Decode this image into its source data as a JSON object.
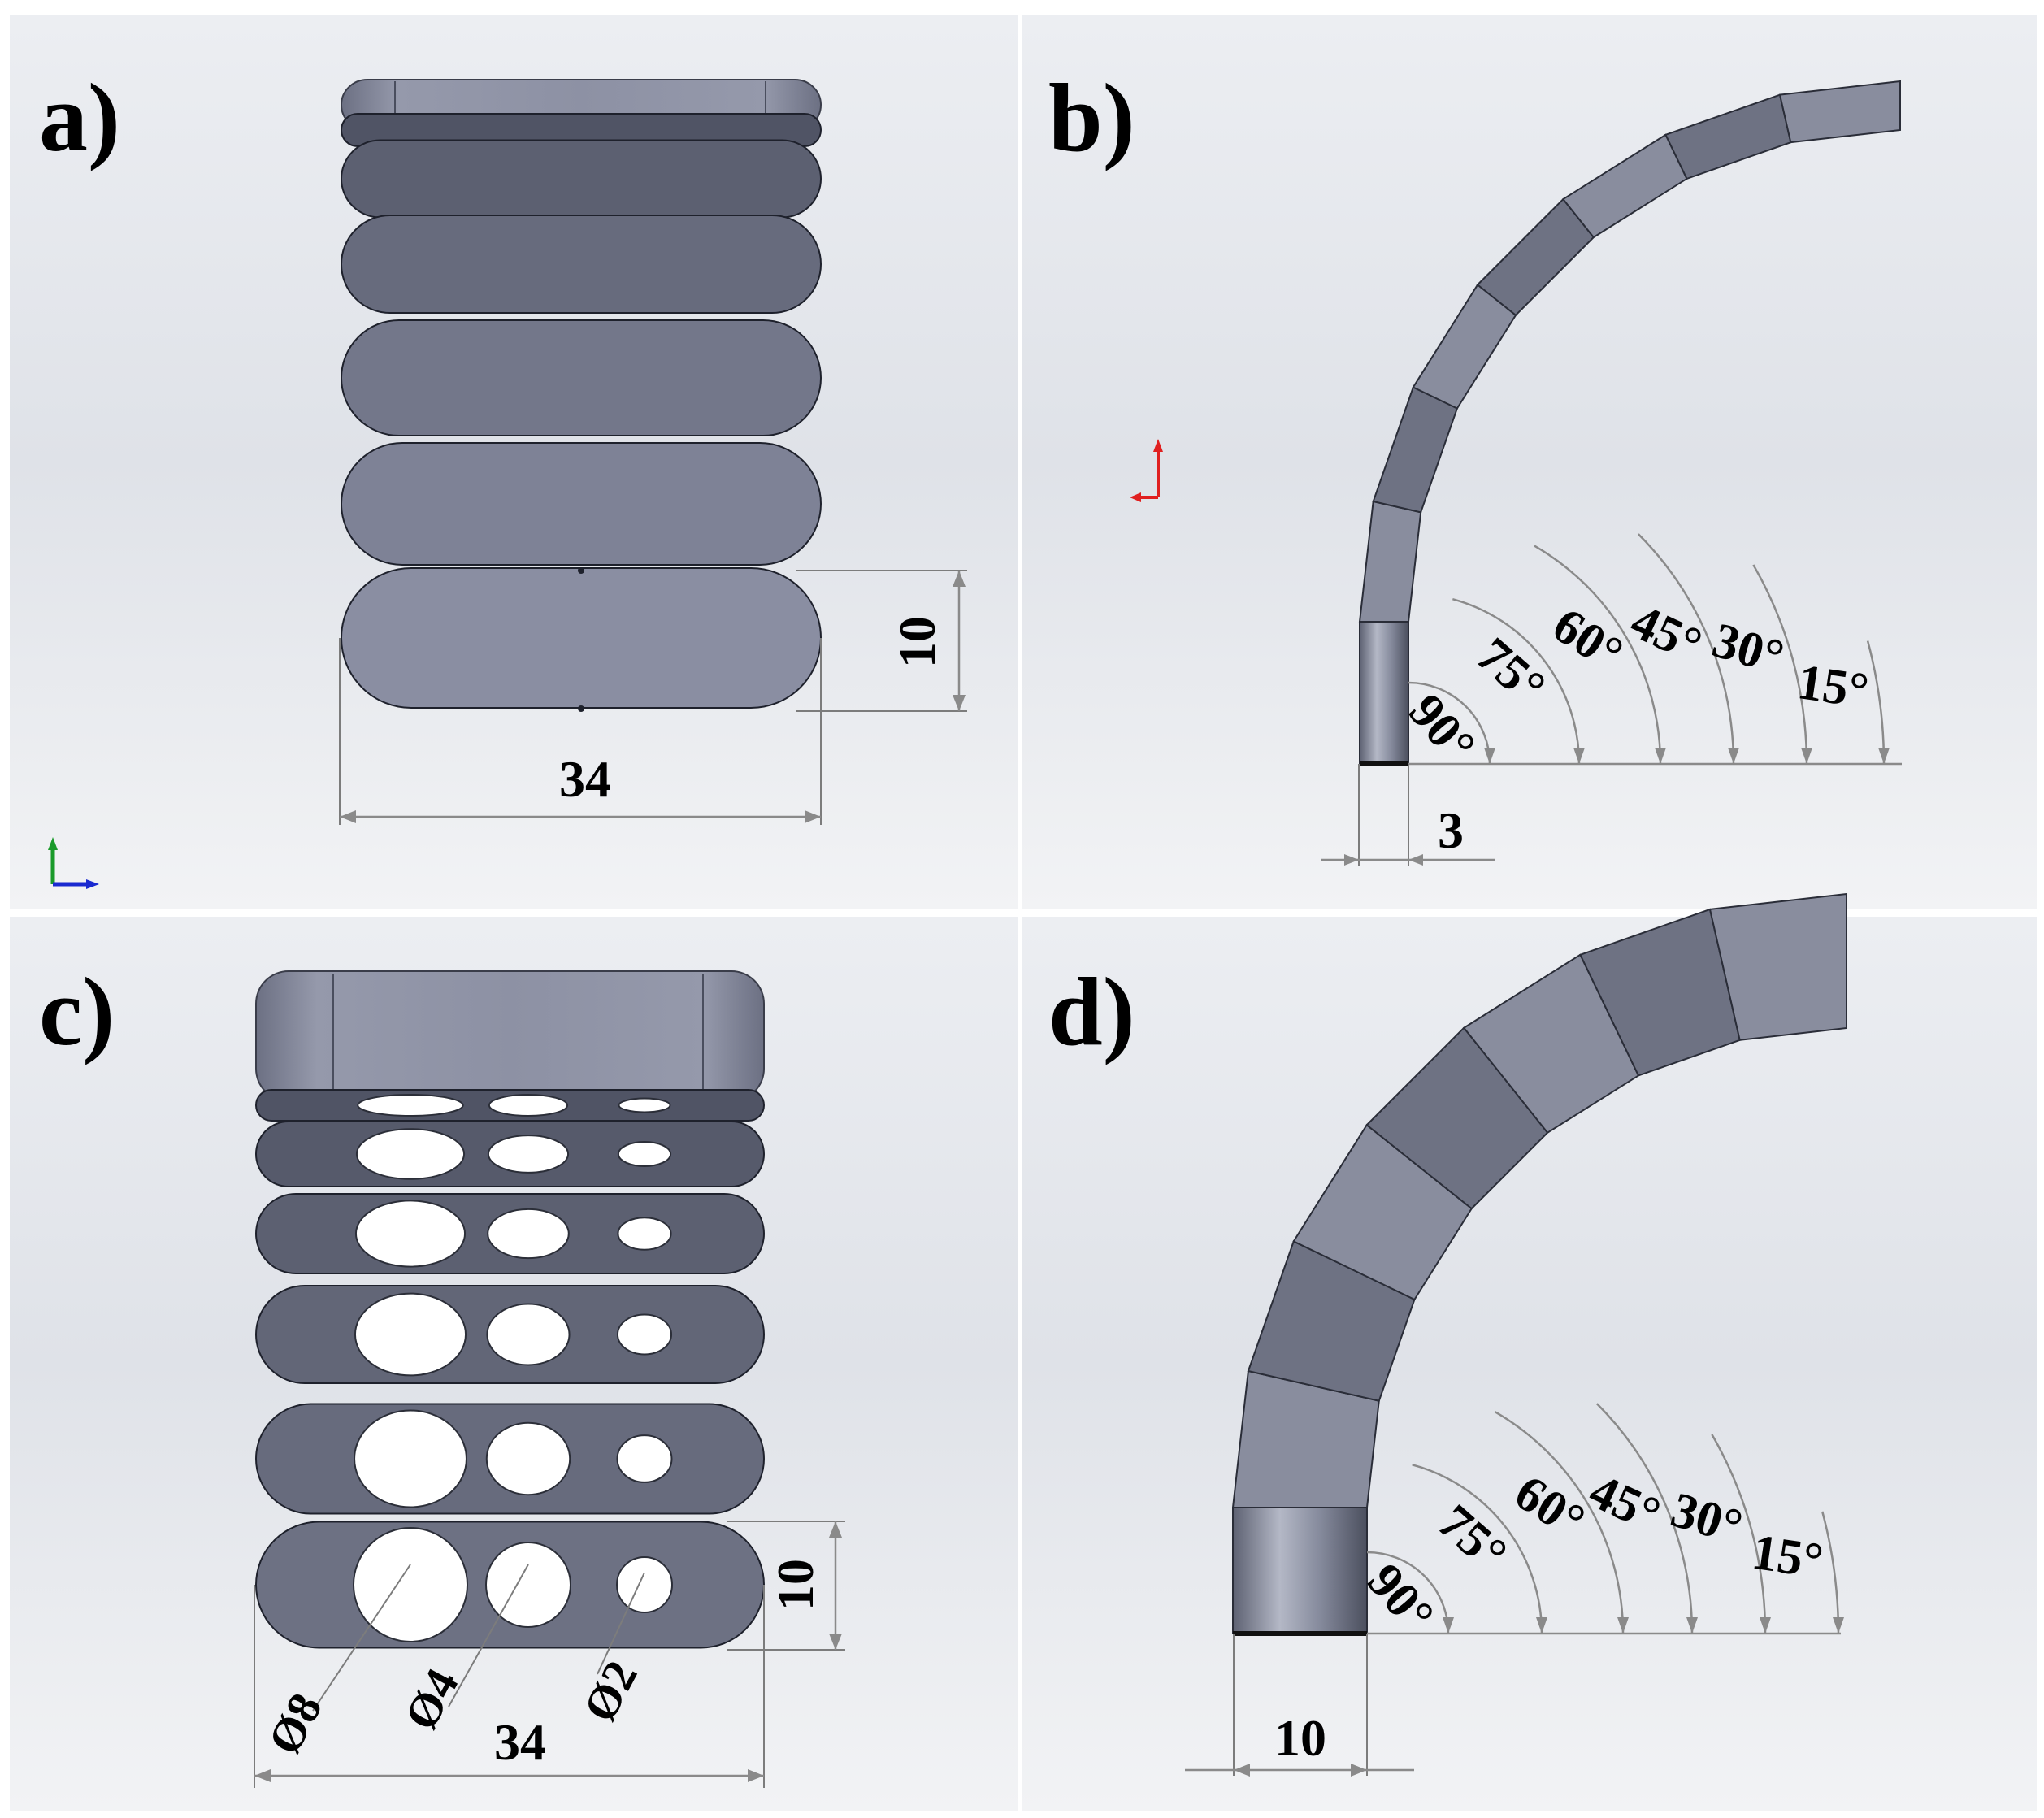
{
  "panels": {
    "a": {
      "label": "a)",
      "dim_height": "10",
      "dim_width": "34"
    },
    "b": {
      "label": "b)",
      "dim_thickness": "3",
      "angles": [
        "90°",
        "75°",
        "60°",
        "45°",
        "30°",
        "15°"
      ]
    },
    "c": {
      "label": "c)",
      "dim_height": "10",
      "dim_width": "34",
      "hole_labels": [
        "Ø8",
        "Ø4",
        "Ø2"
      ]
    },
    "d": {
      "label": "d)",
      "dim_thickness": "10",
      "angles": [
        "90°",
        "75°",
        "60°",
        "45°",
        "30°",
        "15°"
      ]
    }
  },
  "colors": {
    "disc_dark": "#4a4e5e",
    "disc_light": "#8a8ea2",
    "dimension_line": "#8a8a8a",
    "axis_red": "#e02020",
    "axis_green": "#1a9a2a",
    "axis_blue": "#1a2ad0"
  },
  "icons": [
    "coordinate-triad-icon",
    "coordinate-triad-red-icon"
  ]
}
